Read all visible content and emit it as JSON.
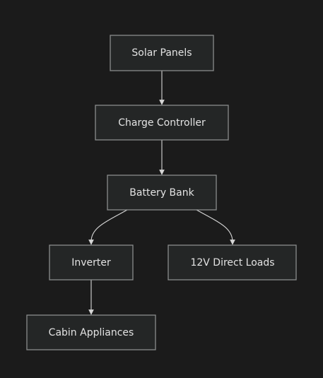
{
  "diagram": {
    "nodes": [
      {
        "id": "solar",
        "label": "Solar Panels"
      },
      {
        "id": "controller",
        "label": "Charge Controller"
      },
      {
        "id": "battery",
        "label": "Battery Bank"
      },
      {
        "id": "inverter",
        "label": "Inverter"
      },
      {
        "id": "dc_loads",
        "label": "12V Direct Loads"
      },
      {
        "id": "appliances",
        "label": "Cabin Appliances"
      }
    ],
    "edges": [
      {
        "from": "solar",
        "to": "controller"
      },
      {
        "from": "controller",
        "to": "battery"
      },
      {
        "from": "battery",
        "to": "inverter"
      },
      {
        "from": "battery",
        "to": "dc_loads"
      },
      {
        "from": "inverter",
        "to": "appliances"
      }
    ],
    "colors": {
      "background": "#1b1b1b",
      "node_fill": "#242626",
      "node_border": "#8a8d8d",
      "text": "#e3e3e3",
      "edge": "#d6d6d6"
    }
  }
}
